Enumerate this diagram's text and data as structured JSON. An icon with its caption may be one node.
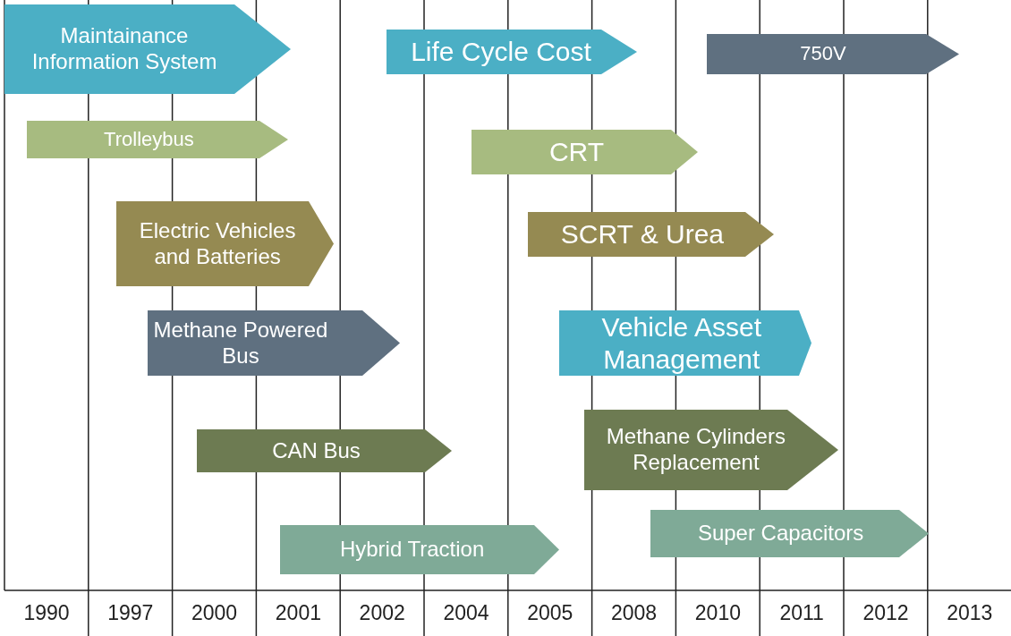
{
  "diagram": {
    "nodes": [
      {
        "text": [
          "Maintainance Information System"
        ]
      },
      {
        "text": [
          "Life Cycle Cost"
        ]
      },
      {
        "text": [
          "750V"
        ]
      },
      {
        "text": [
          "Trolleybus"
        ]
      },
      {
        "text": [
          "CRT"
        ]
      },
      {
        "text": [
          "Electric Vehicles and Batteries"
        ]
      },
      {
        "text": [
          "SCRT & Urea"
        ]
      },
      {
        "text": [
          "Methane Powered Bus"
        ]
      },
      {
        "text": [
          "Vehicle Asset Management"
        ]
      },
      {
        "text": [
          "CAN Bus"
        ]
      },
      {
        "text": [
          "Methane Cylinders Replacement"
        ]
      },
      {
        "text": [
          "Hybrid Traction"
        ]
      },
      {
        "text": [
          "Super Capacitors"
        ]
      }
    ],
    "edges": [],
    "labels": [
      "1990",
      "1997",
      "2000",
      "2001",
      "2002",
      "2004",
      "2005",
      "2008",
      "2010",
      "2011",
      "2012",
      "2013"
    ]
  }
}
